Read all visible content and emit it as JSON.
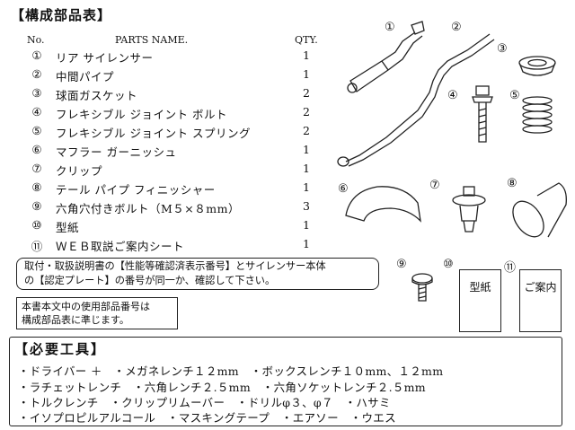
{
  "title": "【構成部品表】",
  "header": {
    "no": "No.",
    "parts_name": "PARTS NAME.",
    "qty": "QTY."
  },
  "parts": [
    {
      "num": "①",
      "name": "リア サイレンサー",
      "qty": "1"
    },
    {
      "num": "②",
      "name": "中間パイプ",
      "qty": "1"
    },
    {
      "num": "③",
      "name": "球面ガスケット",
      "qty": "2"
    },
    {
      "num": "④",
      "name": "フレキシブル ジョイント ボルト",
      "qty": "2"
    },
    {
      "num": "⑤",
      "name": "フレキシブル ジョイント スプリング",
      "qty": "2"
    },
    {
      "num": "⑥",
      "name": "マフラー ガーニッシュ",
      "qty": "1"
    },
    {
      "num": "⑦",
      "name": "クリップ",
      "qty": "1"
    },
    {
      "num": "⑧",
      "name": "テール パイプ フィニッシャー",
      "qty": "1"
    },
    {
      "num": "⑨",
      "name": "六角穴付きボルト（M５×８mm）",
      "qty": "3"
    },
    {
      "num": "⑩",
      "name": "型紙",
      "qty": "1"
    },
    {
      "num": "⑪",
      "name": "ＷＥＢ取説ご案内シート",
      "qty": "1"
    }
  ],
  "notice": {
    "line1": "取付・取扱説明書の【性能等確認済表示番号】とサイレンサー本体",
    "line2": "の【認定プレート】の番号が同一か、確認して下さい。"
  },
  "note2": {
    "line1": "本書本文中の使用部品番号は",
    "line2": "構成部品表に準じます。"
  },
  "diagram_labels": {
    "n1": "①",
    "n2": "②",
    "n3": "③",
    "n4": "④",
    "n5": "⑤",
    "n6": "⑥",
    "n7": "⑦",
    "n8": "⑧",
    "n9": "⑨",
    "n10": "⑩",
    "n11": "⑪"
  },
  "cards": {
    "template": "型紙",
    "web_guide": "ご案内"
  },
  "tools": {
    "title": "【必要工具】",
    "lines": [
      "・ドライバー ＋　・メガネレンチ１２mm　・ボックスレンチ１０mm、１２mm",
      "・ラチェットレンチ　・六角レンチ２.５mm　・六角ソケットレンチ２.５mm",
      "・トルクレンチ　・クリップリムーバー　・ドリルφ３、φ７　・ハサミ",
      "・イソプロピルアルコール　・マスキングテープ　・エアソー　・ウエス"
    ]
  }
}
